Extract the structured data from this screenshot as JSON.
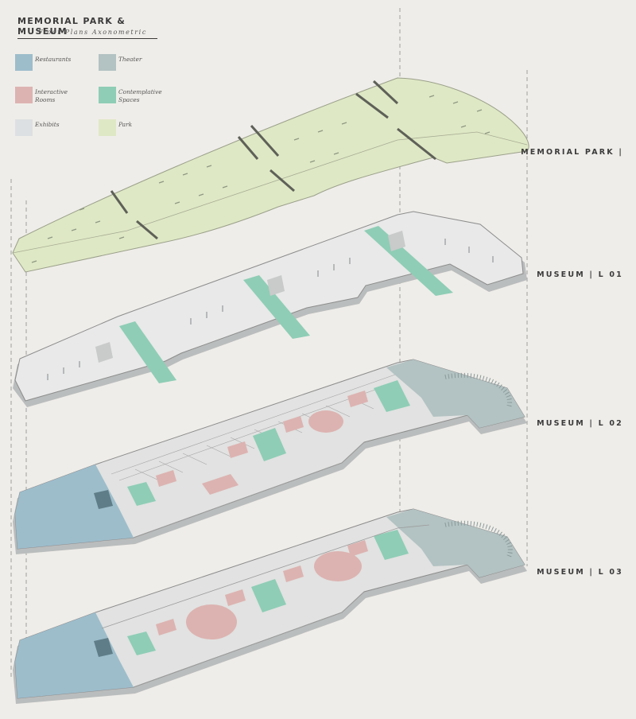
{
  "header": {
    "title": "MEMORIAL PARK & MUSEUM",
    "subtitle": "Floor Plans Axonometric"
  },
  "legend": [
    {
      "label": "Restaurants",
      "color": "#9dbdcb",
      "category": "restaurants"
    },
    {
      "label": "Theater",
      "color": "#b3c2c2",
      "category": "theater"
    },
    {
      "label": "Interactive Rooms",
      "color": "#dcb3b1",
      "category": "interactive-rooms"
    },
    {
      "label": "Contemplative Spaces",
      "color": "#8fcdb6",
      "category": "contemplative-spaces"
    },
    {
      "label": "Exhibits",
      "color": "#dde0e2",
      "category": "exhibits"
    },
    {
      "label": "Park",
      "color": "#dfe8c5",
      "category": "park"
    }
  ],
  "levels": [
    {
      "label": "MEMORIAL PARK |",
      "layer": "park"
    },
    {
      "label": "MUSEUM |  L 01",
      "layer": "l01"
    },
    {
      "label": "MUSEUM |  L 02",
      "layer": "l02"
    },
    {
      "label": "MUSEUM |  L 03",
      "layer": "l03"
    }
  ]
}
